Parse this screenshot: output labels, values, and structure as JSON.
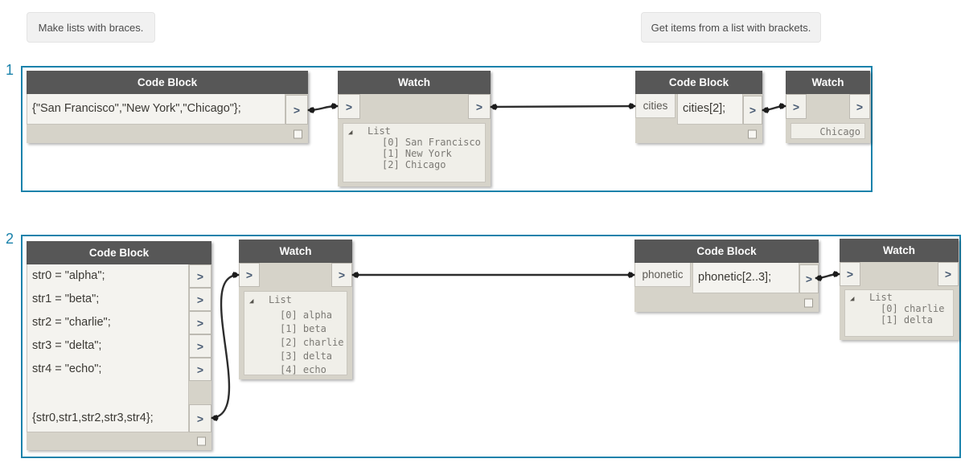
{
  "glyphs": {
    "port": ">",
    "tree_toggle": "◢"
  },
  "colors": {
    "accent": "#1a82ab",
    "node_header": "#575757",
    "node_light": "#f4f3ef",
    "node_gray": "#d6d3c9",
    "wire": "#2d2d2d",
    "port_chevron": "#4a5c74",
    "watch_text": "#7b7974"
  },
  "annotations": {
    "note_left": "Make lists with braces.",
    "note_right": "Get items from a list with brackets.",
    "section1_label": "1",
    "section2_label": "2"
  },
  "section1": {
    "code_block_list": {
      "title": "Code Block",
      "code": "{\"San Francisco\",\"New York\",\"Chicago\"};"
    },
    "watch_list": {
      "title": "Watch",
      "tree_root": "List",
      "items": [
        "[0] San Francisco",
        "[1] New York",
        "[2] Chicago"
      ]
    },
    "code_block_index": {
      "title": "Code Block",
      "input_label": "cities",
      "code": "cities[2];"
    },
    "watch_item": {
      "title": "Watch",
      "value": "Chicago"
    }
  },
  "section2": {
    "code_block_vars": {
      "title": "Code Block",
      "lines": [
        "str0 = \"alpha\";",
        "str1 = \"beta\";",
        "str2 = \"charlie\";",
        "str3 = \"delta\";",
        "str4 = \"echo\";"
      ],
      "list_line": "{str0,str1,str2,str3,str4};"
    },
    "watch_list": {
      "title": "Watch",
      "tree_root": "List",
      "items": [
        "[0] alpha",
        "[1] beta",
        "[2] charlie",
        "[3] delta",
        "[4] echo"
      ]
    },
    "code_block_range": {
      "title": "Code Block",
      "input_label": "phonetic",
      "code": "phonetic[2..3];"
    },
    "watch_range": {
      "title": "Watch",
      "tree_root": "List",
      "items": [
        "[0] charlie",
        "[1] delta"
      ]
    }
  }
}
